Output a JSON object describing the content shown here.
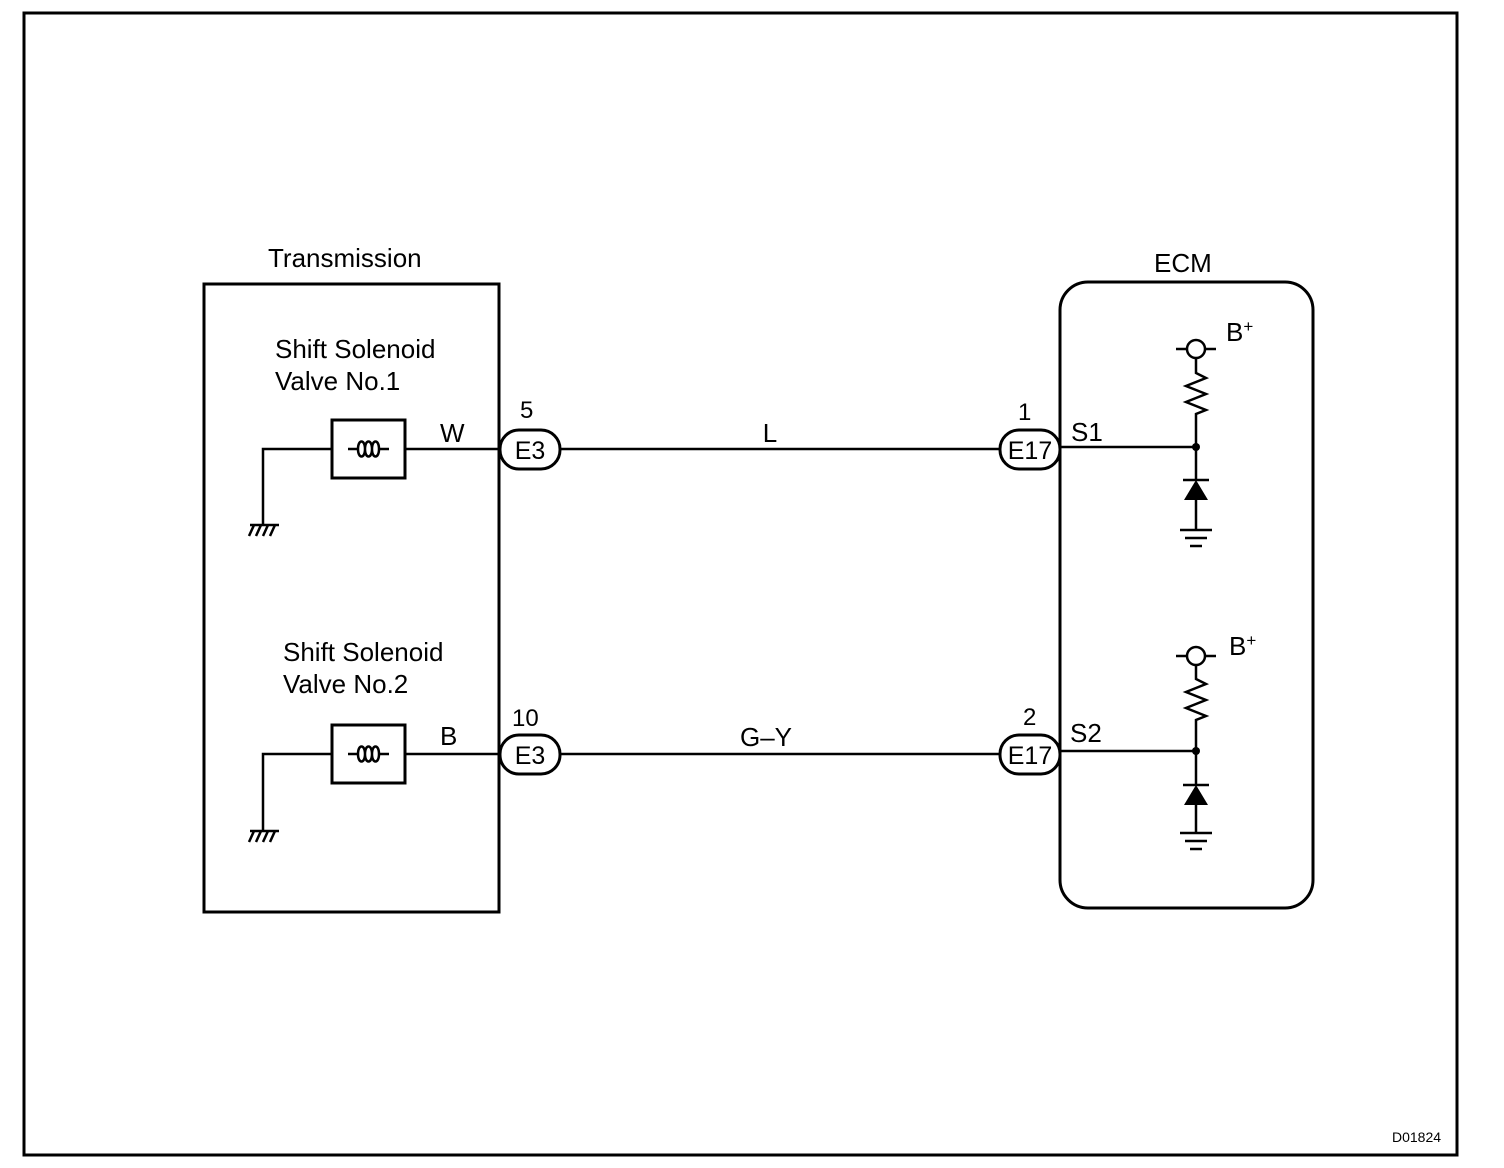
{
  "figure_id": "D01824",
  "transmission": {
    "title": "Transmission",
    "valves": [
      {
        "line1": "Shift Solenoid",
        "line2": "Valve No.1",
        "wire": "W",
        "pin": "5",
        "connector": "E3"
      },
      {
        "line1": "Shift Solenoid",
        "line2": "Valve No.2",
        "wire": "B",
        "pin": "10",
        "connector": "E3"
      }
    ]
  },
  "harness": {
    "wires": [
      "L",
      "G–Y"
    ]
  },
  "ecm": {
    "title": "ECM",
    "inputs": [
      {
        "pin": "1",
        "connector": "E17",
        "terminal": "S1",
        "supply": "B",
        "supply_sup": "+"
      },
      {
        "pin": "2",
        "connector": "E17",
        "terminal": "S2",
        "supply": "B",
        "supply_sup": "+"
      }
    ]
  }
}
